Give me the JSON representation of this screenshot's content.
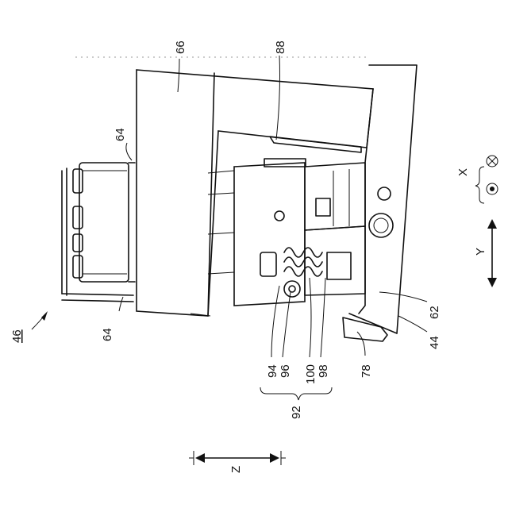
{
  "labels": {
    "assembly": "46",
    "part_64_top": "64",
    "part_64_bottom": "64",
    "part_66": "66",
    "part_88": "88",
    "part_94": "94",
    "part_96": "96",
    "part_100": "100",
    "part_98": "98",
    "group_92": "92",
    "part_78": "78",
    "part_62": "62",
    "part_44": "44",
    "axis_x": "X",
    "axis_y": "Y",
    "axis_z": "Z"
  }
}
